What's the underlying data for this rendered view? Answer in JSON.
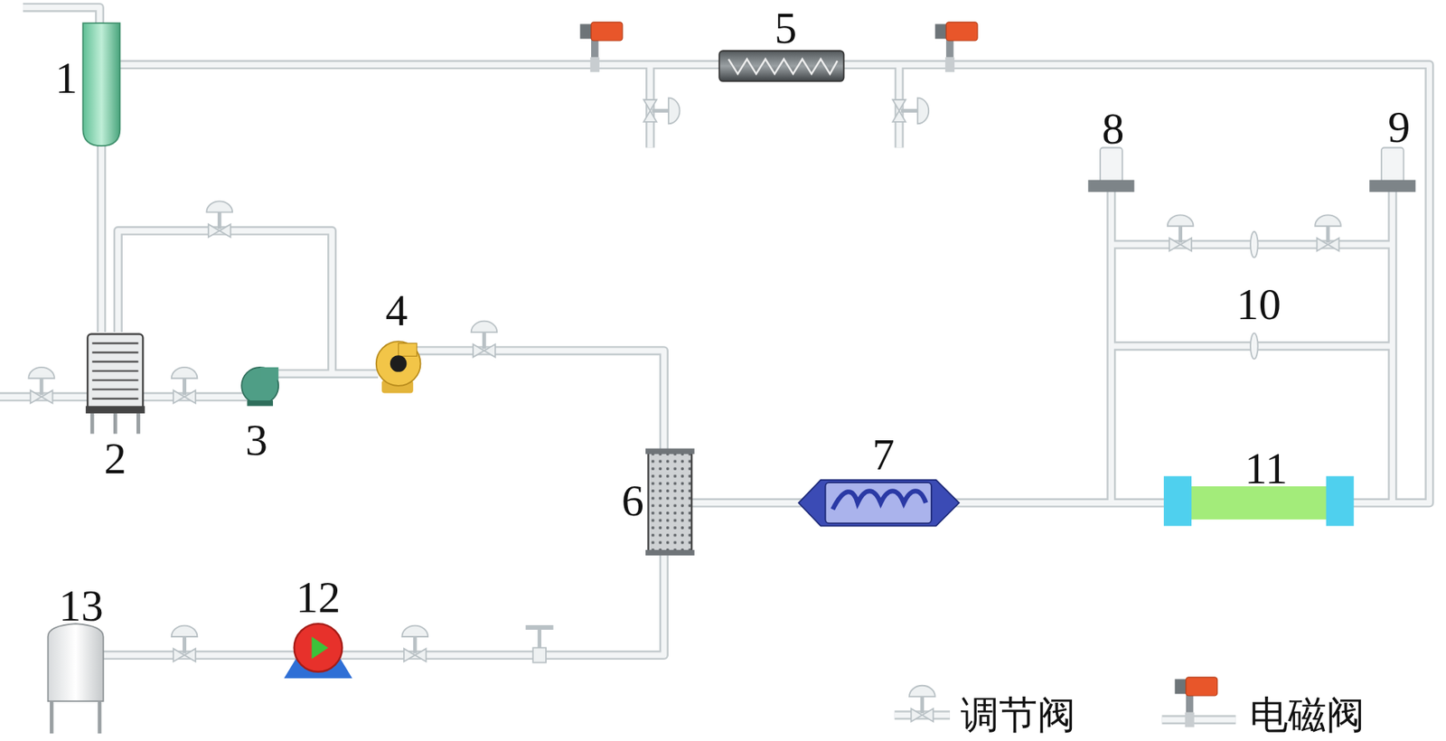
{
  "diagram": {
    "labels": [
      "1",
      "2",
      "3",
      "4",
      "5",
      "6",
      "7",
      "8",
      "9",
      "10",
      "11",
      "12",
      "13"
    ],
    "legend": [
      {
        "text": "调节阀"
      },
      {
        "text": "电磁阀"
      }
    ]
  }
}
